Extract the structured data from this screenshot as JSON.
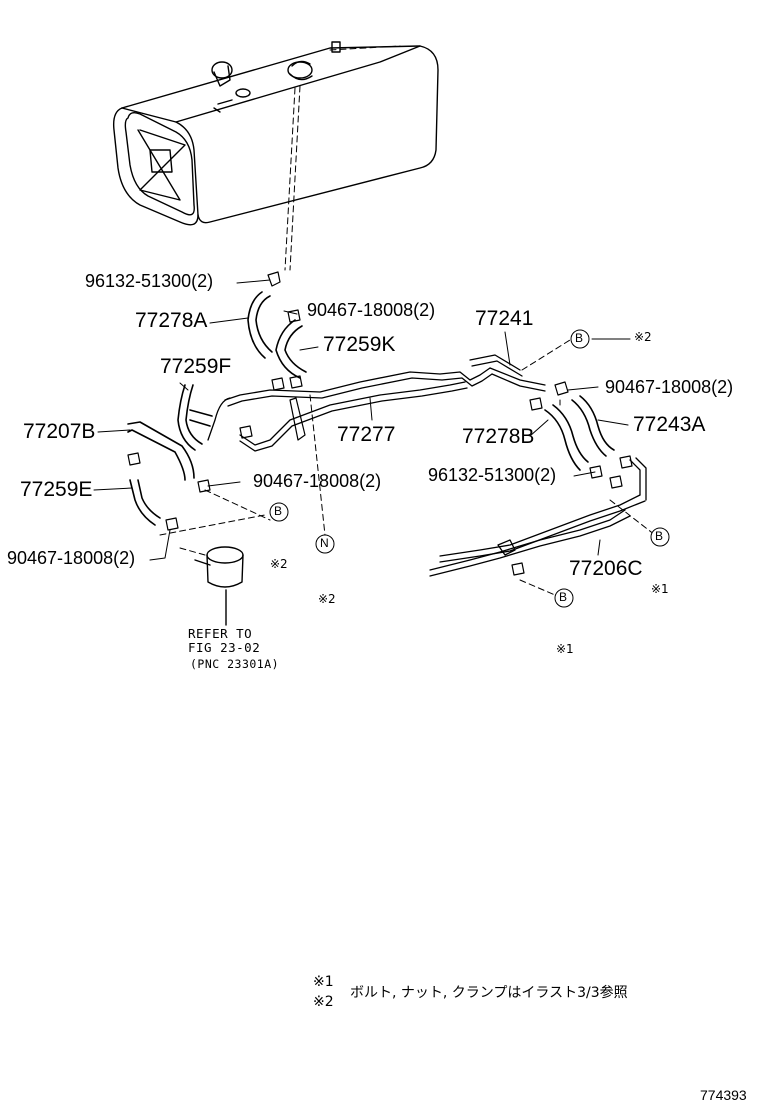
{
  "labels": {
    "p96132_51300_a": "96132-51300(2)",
    "p77278A": "77278A",
    "p90467_18008_a": "90467-18008(2)",
    "p77241": "77241",
    "p77259K": "77259K",
    "p77259F": "77259F",
    "p90467_18008_b": "90467-18008(2)",
    "p77207B": "77207B",
    "p77277": "77277",
    "p77278B": "77278B",
    "p77243A": "77243A",
    "p96132_51300_b": "96132-51300(2)",
    "p77259E": "77259E",
    "p90467_18008_c": "90467-18008(2)",
    "p90467_18008_d": "90467-18008(2)",
    "p77206C": "77206C"
  },
  "markers": {
    "b": "B",
    "n": "N",
    "note1": "※1",
    "note2": "※2"
  },
  "refer": {
    "line1": "REFER TO",
    "line2": "FIG 23-02",
    "line3": "(PNC 23301A)"
  },
  "legend": {
    "mark1": "※1",
    "mark2": "※2",
    "text": "ボルト, ナット, クランプはイラスト3/3参照"
  },
  "figure_code": "774393"
}
